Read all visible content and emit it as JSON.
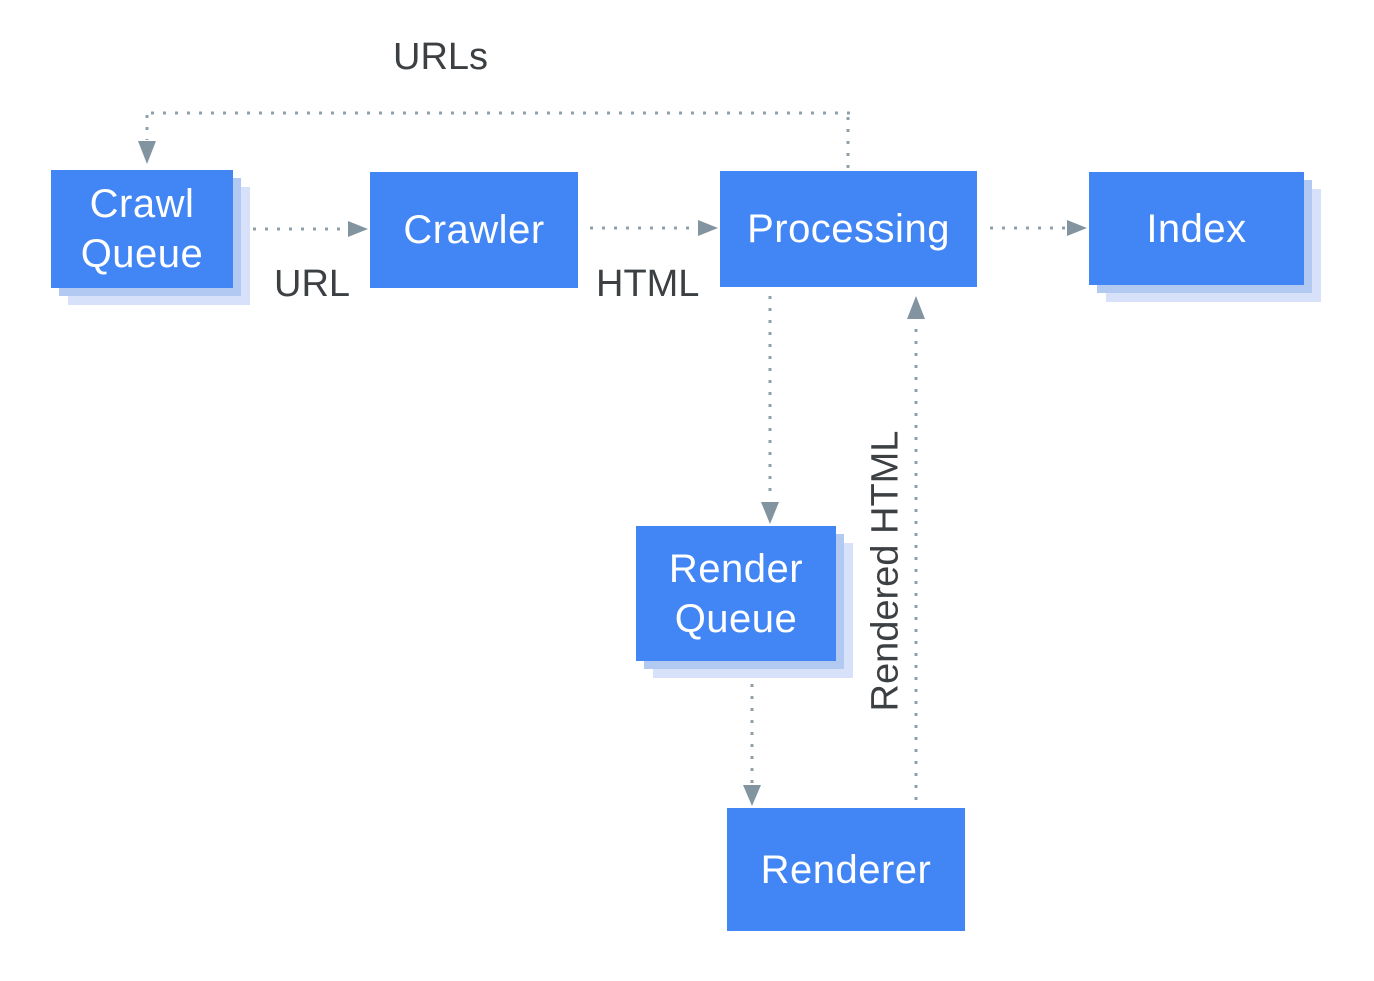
{
  "nodes": [
    {
      "id": "crawl-queue",
      "label": "Crawl Queue",
      "stacked": true
    },
    {
      "id": "crawler",
      "label": "Crawler",
      "stacked": false
    },
    {
      "id": "processing",
      "label": "Processing",
      "stacked": false
    },
    {
      "id": "index",
      "label": "Index",
      "stacked": true
    },
    {
      "id": "render-queue",
      "label": "Render Queue",
      "stacked": true
    },
    {
      "id": "renderer",
      "label": "Renderer",
      "stacked": false
    }
  ],
  "labels": {
    "urls": "URLs",
    "url": "URL",
    "html": "HTML",
    "rendered_html": "Rendered HTML"
  },
  "edges": [
    {
      "from": "crawl-queue",
      "to": "crawler",
      "label": "URL",
      "style": "dotted"
    },
    {
      "from": "crawler",
      "to": "processing",
      "label": "HTML",
      "style": "dotted"
    },
    {
      "from": "processing",
      "to": "index",
      "label": "",
      "style": "dotted"
    },
    {
      "from": "processing",
      "to": "crawl-queue",
      "label": "URLs",
      "style": "dotted"
    },
    {
      "from": "processing",
      "to": "render-queue",
      "label": "",
      "style": "dotted"
    },
    {
      "from": "render-queue",
      "to": "renderer",
      "label": "",
      "style": "dotted"
    },
    {
      "from": "renderer",
      "to": "processing",
      "label": "Rendered HTML",
      "style": "dotted"
    }
  ],
  "colors": {
    "node_fill": "#4285F4",
    "node_text": "#FFFFFF",
    "shadow_inner": "#B2C9F1",
    "shadow_outer": "#D7E2FA",
    "connector": "#8DA0AB",
    "arrowhead": "#8394A1",
    "label_text": "#3C4043",
    "background": "#FFFFFF"
  }
}
